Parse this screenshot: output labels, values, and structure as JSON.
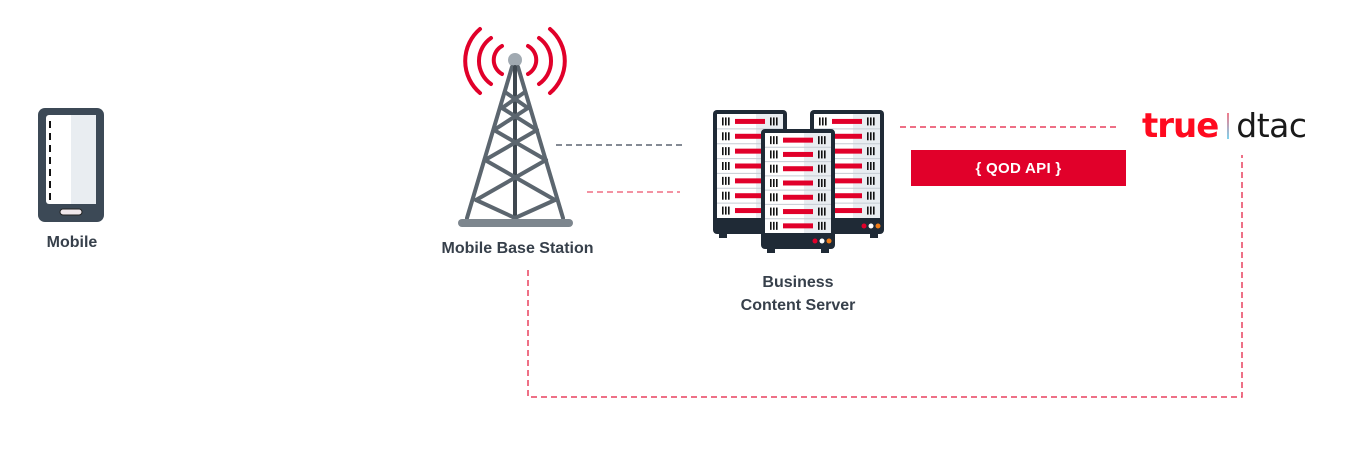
{
  "nodes": {
    "mobile": {
      "label": "Mobile",
      "icon": "smartphone-icon"
    },
    "base_station": {
      "label": "Mobile Base Station",
      "icon": "cell-tower-icon"
    },
    "server": {
      "label_line1": "Business",
      "label_line2": "Content Server",
      "icon": "server-rack-icon"
    },
    "operator": {
      "brand_primary": "true",
      "brand_secondary": "dtac",
      "icon": "truedtac-logo"
    }
  },
  "api": {
    "label": "{ QOD API }"
  },
  "connections": [
    {
      "from": "mobile",
      "to": "base_station",
      "style": "dashed",
      "color": "#5b6470"
    },
    {
      "from": "mobile",
      "to": "base_station",
      "style": "dashed",
      "color": "#e1002a"
    },
    {
      "from": "base_station",
      "to": "server",
      "style": "dashed",
      "color": "#5b6470"
    },
    {
      "from": "base_station",
      "to": "server",
      "style": "dashed",
      "color": "#e1002a"
    },
    {
      "from": "server",
      "to": "operator",
      "style": "dashed",
      "color": "#e8415f"
    },
    {
      "from": "base_station",
      "to": "operator",
      "style": "dashed",
      "color": "#e8415f"
    }
  ],
  "colors": {
    "accent": "#e1002a",
    "dark": "#37404b",
    "gray_line": "#5b6470",
    "brand_true": "#ff0a1f"
  }
}
